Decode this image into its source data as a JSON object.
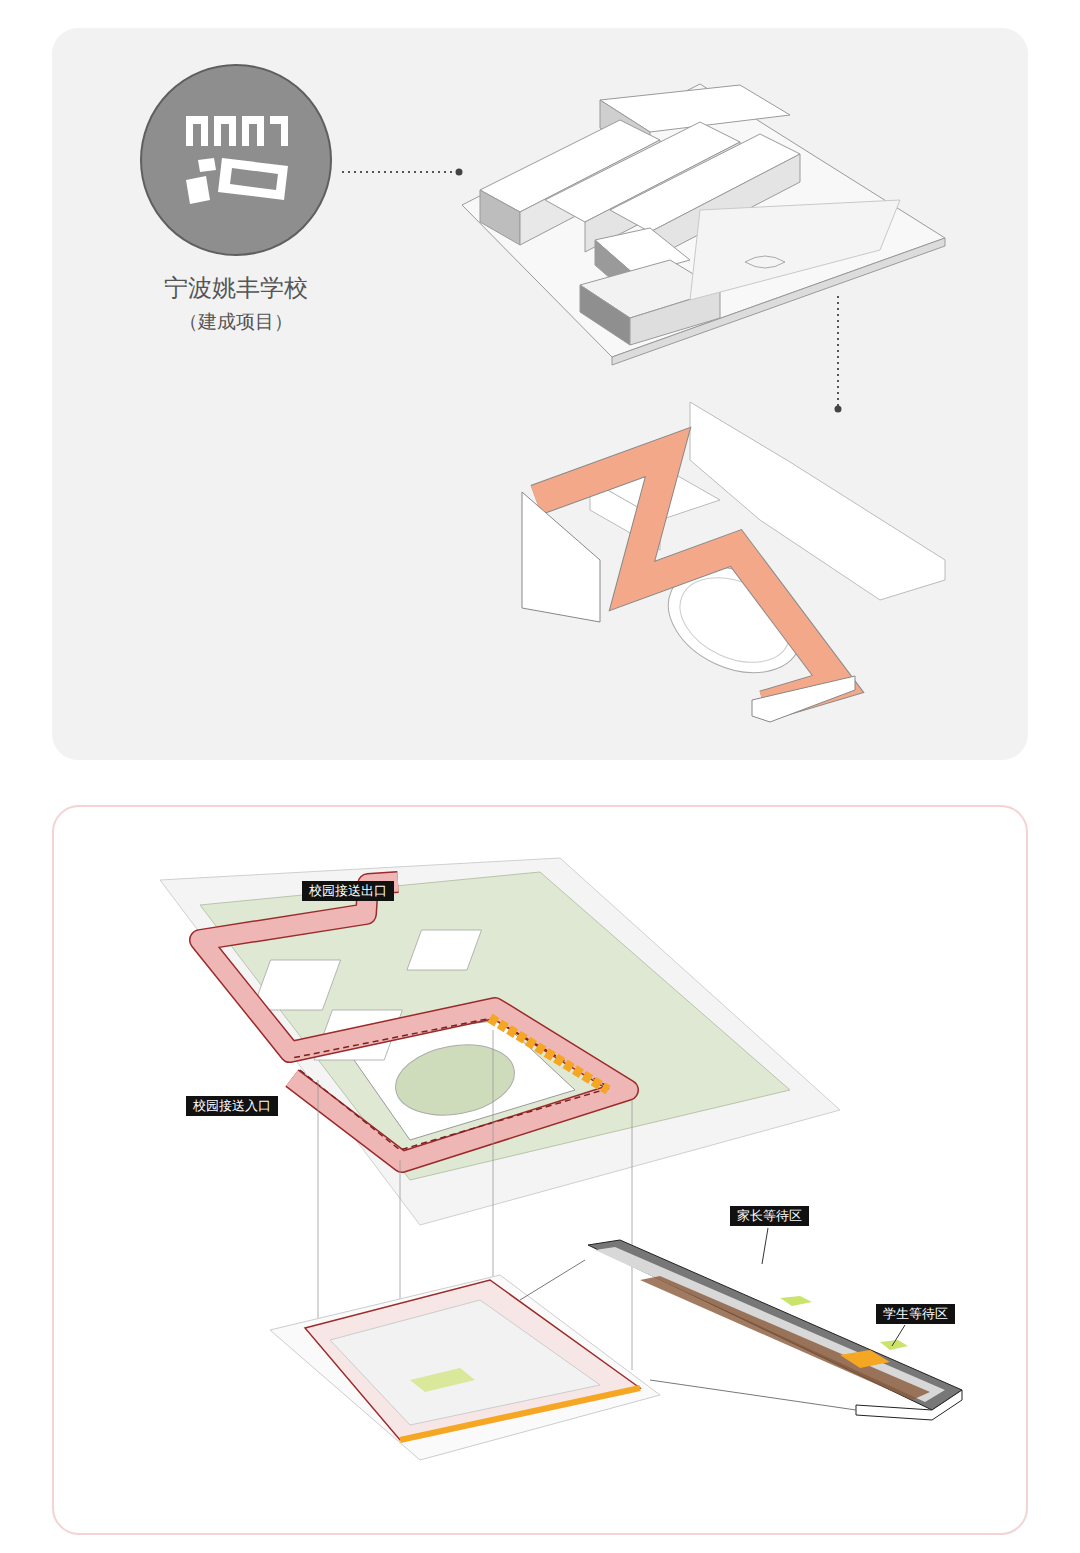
{
  "diagram": {
    "nodes": [
      {
        "text": [
          "宁波姚丰学校",
          "（建成项目）"
        ]
      },
      {
        "text": [
          "校园接送出口"
        ]
      },
      {
        "text": [
          "校园接送入口"
        ]
      },
      {
        "text": [
          "家长等待区"
        ]
      },
      {
        "text": [
          "学生等待区"
        ]
      }
    ]
  }
}
